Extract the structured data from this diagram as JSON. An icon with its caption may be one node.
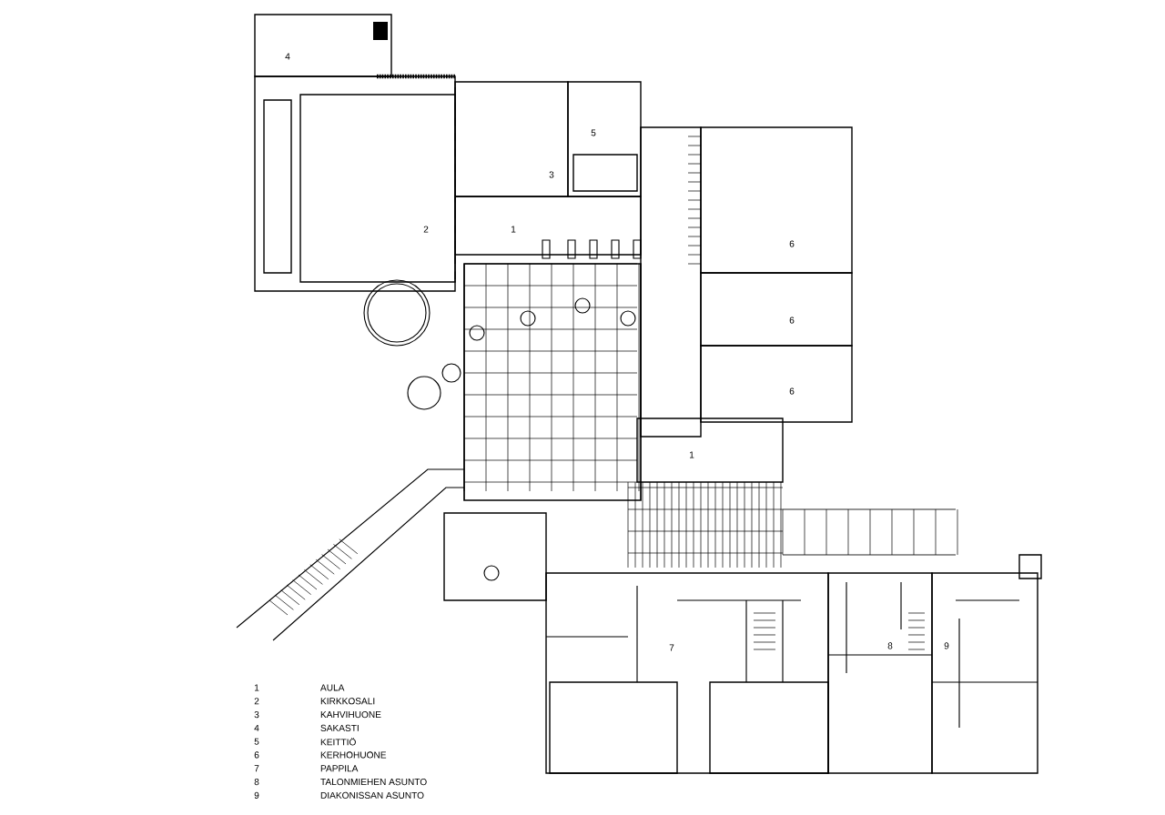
{
  "diagram": {
    "labels": [
      "4",
      "5",
      "3",
      "2",
      "1",
      "6",
      "6",
      "6",
      "1",
      "7",
      "8",
      "9",
      "1",
      "AULA",
      "2",
      "KIRKKOSALI",
      "3",
      "KAHVIHUONE",
      "4",
      "SAKASTI",
      "5",
      "KEITTIÖ",
      "6",
      "KERHOHUONE",
      "7",
      "PAPPILA",
      "8",
      "TALONMIEHEN ASUNTO",
      "9",
      "DIAKONISSAN ASUNTO"
    ]
  }
}
